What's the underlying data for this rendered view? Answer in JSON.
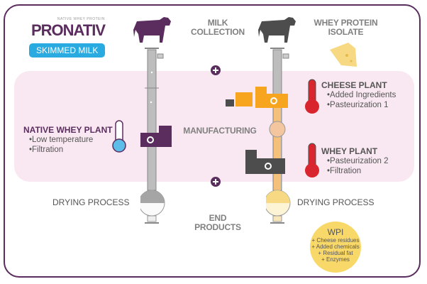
{
  "brand": {
    "logo": "PRONATIV",
    "tagline": "NATIVE WHEY PROTEIN",
    "badge": "SKIMMED MILK"
  },
  "stages": {
    "milk_collection": [
      "MILK",
      "COLLECTION"
    ],
    "manufacturing": "MANUFACTURING",
    "end_products": [
      "END",
      "PRODUCTS"
    ]
  },
  "right_product": {
    "title": [
      "WHEY PROTEIN",
      "ISOLATE"
    ]
  },
  "native_plant": {
    "title": "NATIVE WHEY PLANT",
    "bullets": [
      "Low temperature",
      "Filtration"
    ],
    "thermo_color": "#5bbde8"
  },
  "cheese_plant": {
    "title": "CHEESE PLANT",
    "bullets": [
      "Added Ingredients",
      "Pasteurization 1"
    ],
    "thermo_color": "#d9262e"
  },
  "whey_plant": {
    "title": "WHEY PLANT",
    "bullets": [
      "Pasteurization 2",
      "Filtration"
    ],
    "thermo_color": "#d9262e"
  },
  "drying": {
    "left": "DRYING PROCESS",
    "right": "DRYING PROCESS"
  },
  "wpi": {
    "title": "WPI",
    "lines": [
      "+ Cheese residues",
      "+ Added chemicals",
      "+ Residual fat",
      "+ Enzymes"
    ]
  },
  "colors": {
    "purple": "#5b2d5f",
    "grey": "#4d4d4d",
    "orange": "#f7a51e",
    "badge": "#29abe2",
    "band": "#f9e8f1",
    "wpi": "#f9d86a"
  }
}
